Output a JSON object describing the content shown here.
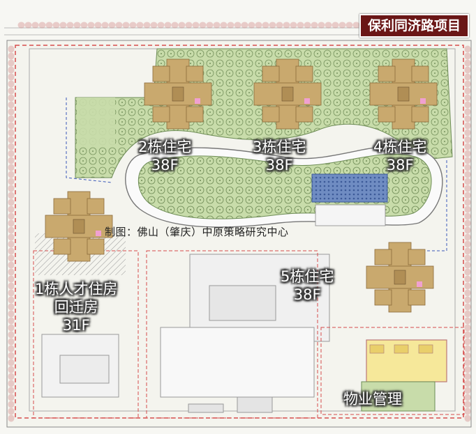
{
  "project_title": "保利同济路项目",
  "credit": "制图：佛山（肇庆）中原策略研究中心",
  "buildings": [
    {
      "name": "2栋住宅",
      "floors": "38F"
    },
    {
      "name": "3栋住宅",
      "floors": "38F"
    },
    {
      "name": "4栋住宅",
      "floors": "38F"
    },
    {
      "name": "5栋住宅",
      "floors": "38F"
    },
    {
      "name": "1栋人才住房",
      "sub": "回迁房",
      "floors": "31F"
    }
  ],
  "facility": "物业管理",
  "colors": {
    "title_bg": "#6a1616",
    "green": "#c8dcaa",
    "building": "#c9a96e",
    "water": "#5f7fb8",
    "boundary_red": "#d64c4c"
  }
}
